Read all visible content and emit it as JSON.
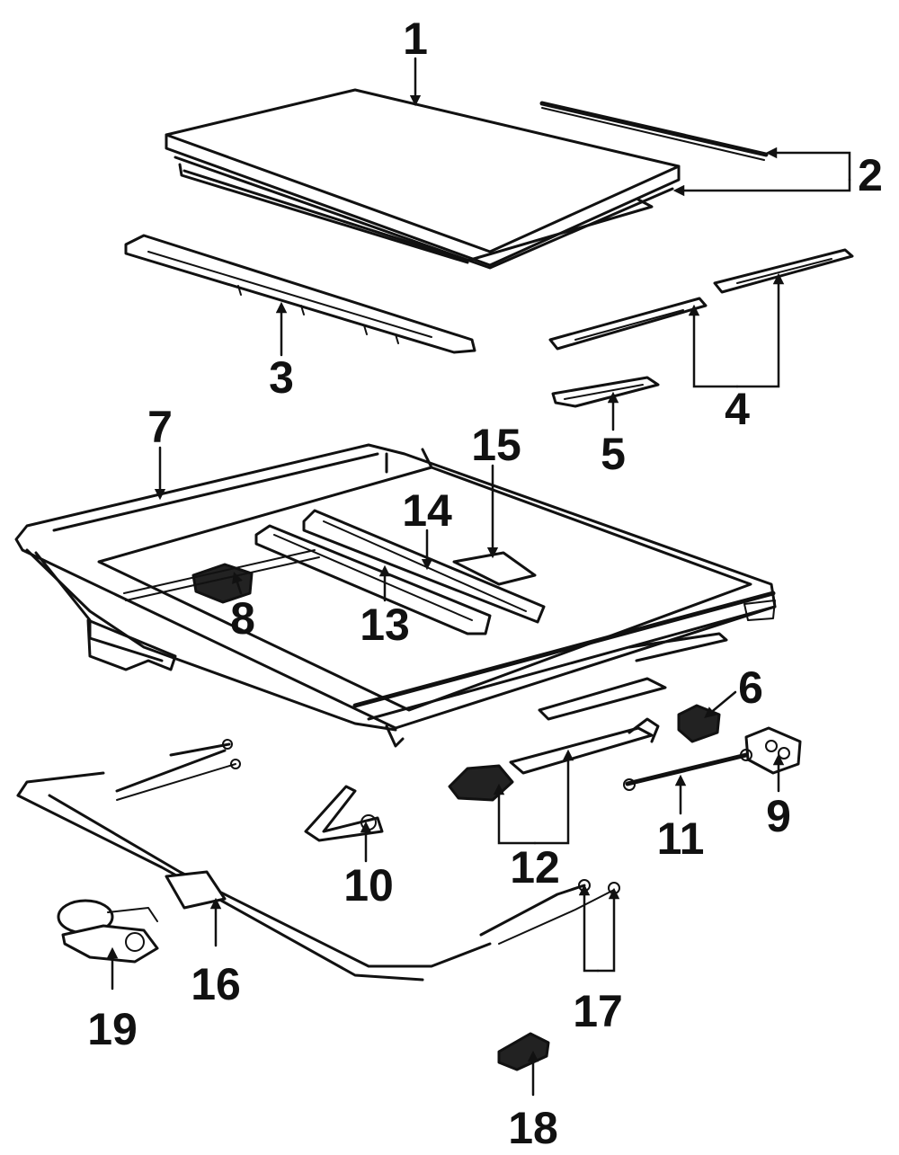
{
  "callouts": {
    "c1": "1",
    "c2": "2",
    "c3": "3",
    "c4": "4",
    "c5": "5",
    "c6": "6",
    "c7": "7",
    "c8": "8",
    "c9": "9",
    "c10": "10",
    "c11": "11",
    "c12": "12",
    "c13": "13",
    "c14": "14",
    "c15": "15",
    "c16": "16",
    "c17": "17",
    "c18": "18",
    "c19": "19"
  },
  "colors": {
    "ink": "#111111",
    "background": "#ffffff"
  }
}
